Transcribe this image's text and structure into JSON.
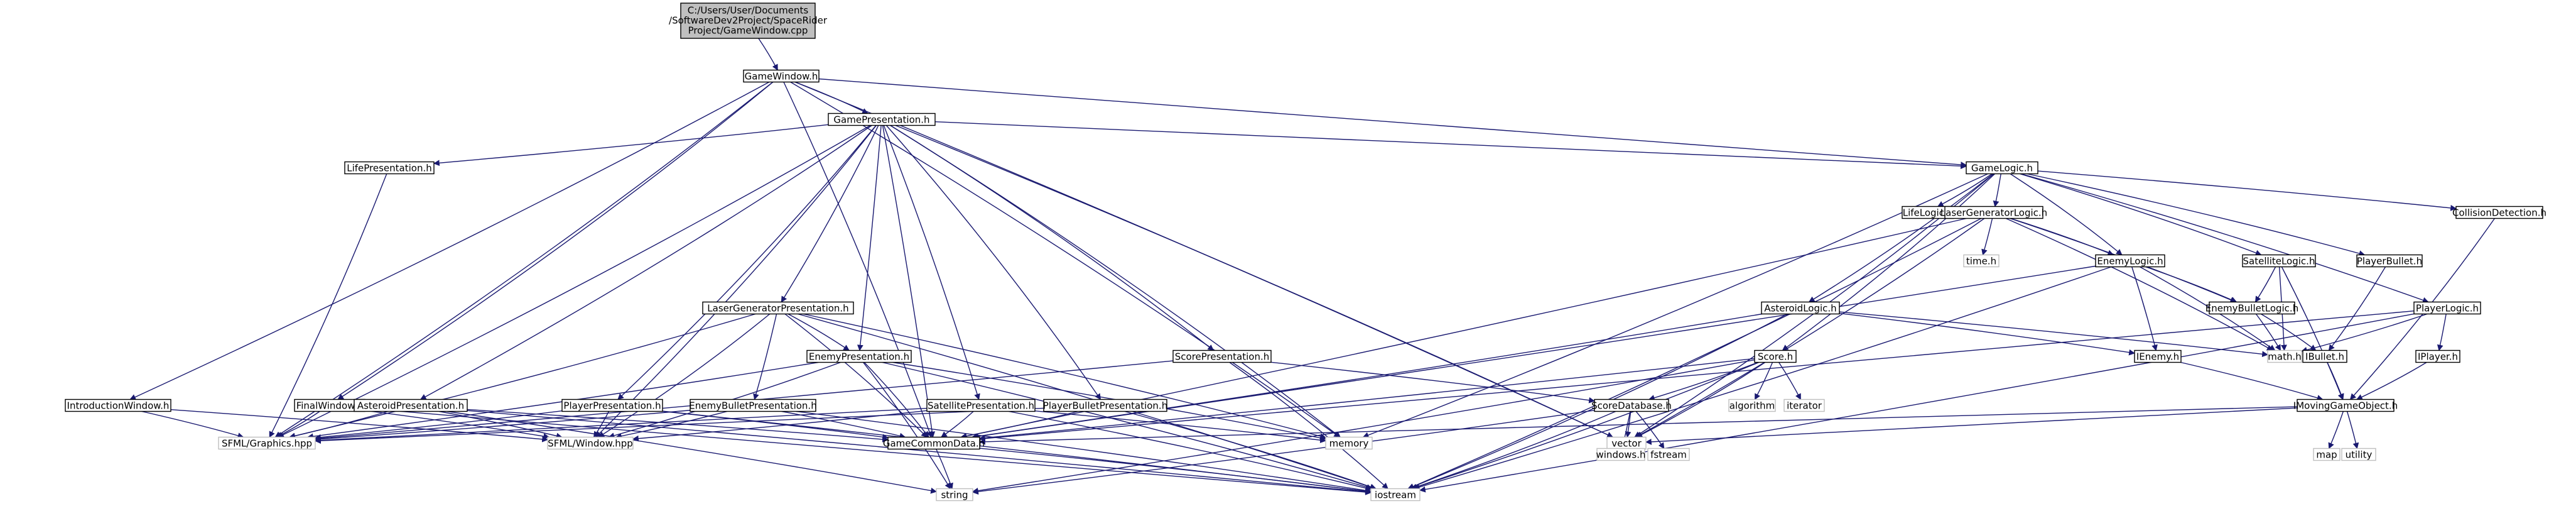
{
  "diagram": {
    "root_path_lines": [
      "C:/Users/User/Documents",
      "/SoftwareDev2Project/SpaceRider",
      "Project/GameWindow.cpp"
    ],
    "nodes": [
      {
        "id": "gamewindow_cpp",
        "label": "C:/Users/User/Documents/SoftwareDev2Project/SpaceRider Project/GameWindow.cpp",
        "style": "root"
      },
      {
        "id": "gamewindow_h",
        "label": "GameWindow.h",
        "style": "doc"
      },
      {
        "id": "gamepresentation_h",
        "label": "GamePresentation.h",
        "style": "doc"
      },
      {
        "id": "gamelogic_h",
        "label": "GameLogic.h",
        "style": "doc"
      },
      {
        "id": "lifepresentation_h",
        "label": "LifePresentation.h",
        "style": "doc"
      },
      {
        "id": "laserpres_h",
        "label": "LaserGeneratorPresentation.h",
        "style": "doc"
      },
      {
        "id": "scorepres_h",
        "label": "ScorePresentation.h",
        "style": "doc"
      },
      {
        "id": "enemypres_h",
        "label": "EnemyPresentation.h",
        "style": "doc"
      },
      {
        "id": "intro_h",
        "label": "IntroductionWindow.h",
        "style": "doc"
      },
      {
        "id": "final_h",
        "label": "FinalWindow.h",
        "style": "doc"
      },
      {
        "id": "asteroidpres_h",
        "label": "AsteroidPresentation.h",
        "style": "doc"
      },
      {
        "id": "playerpres_h",
        "label": "PlayerPresentation.h",
        "style": "doc"
      },
      {
        "id": "enemybulletpres_h",
        "label": "EnemyBulletPresentation.h",
        "style": "doc"
      },
      {
        "id": "satpres_h",
        "label": "SatellitePresentation.h",
        "style": "doc"
      },
      {
        "id": "playerbulletpres_h",
        "label": "PlayerBulletPresentation.h",
        "style": "doc"
      },
      {
        "id": "sfml_graphics",
        "label": "SFML/Graphics.hpp",
        "style": "ext"
      },
      {
        "id": "sfml_window",
        "label": "SFML/Window.hpp",
        "style": "ext"
      },
      {
        "id": "gamecommondata_h",
        "label": "GameCommonData.h",
        "style": "doc"
      },
      {
        "id": "memory",
        "label": "memory",
        "style": "ext"
      },
      {
        "id": "string",
        "label": "string",
        "style": "ext"
      },
      {
        "id": "iostream",
        "label": "iostream",
        "style": "ext"
      },
      {
        "id": "vector",
        "label": "vector",
        "style": "ext"
      },
      {
        "id": "lifelogic_h",
        "label": "LifeLogic.h",
        "style": "doc"
      },
      {
        "id": "lasergenlogic_h",
        "label": "LaserGeneratorLogic.h",
        "style": "doc"
      },
      {
        "id": "time_h",
        "label": "time.h",
        "style": "ext"
      },
      {
        "id": "enemylogic_h",
        "label": "EnemyLogic.h",
        "style": "doc"
      },
      {
        "id": "satlogic_h",
        "label": "SatelliteLogic.h",
        "style": "doc"
      },
      {
        "id": "playerbullet_h",
        "label": "PlayerBullet.h",
        "style": "doc"
      },
      {
        "id": "collision_h",
        "label": "CollisionDetection.h",
        "style": "doc"
      },
      {
        "id": "asteroidlogic_h",
        "label": "AsteroidLogic.h",
        "style": "doc"
      },
      {
        "id": "enemybulletlogic_h",
        "label": "EnemyBulletLogic.h",
        "style": "doc"
      },
      {
        "id": "playerlogic_h",
        "label": "PlayerLogic.h",
        "style": "doc"
      },
      {
        "id": "ienemy_h",
        "label": "IEnemy.h",
        "style": "doc"
      },
      {
        "id": "math_h",
        "label": "math.h",
        "style": "ext"
      },
      {
        "id": "ibullet_h",
        "label": "IBullet.h",
        "style": "doc"
      },
      {
        "id": "iplayer_h",
        "label": "IPlayer.h",
        "style": "doc"
      },
      {
        "id": "imovinggameobject_h",
        "label": "IMovingGameObject.h",
        "style": "doc"
      },
      {
        "id": "score_h",
        "label": "Score.h",
        "style": "doc"
      },
      {
        "id": "algorithm",
        "label": "algorithm",
        "style": "ext"
      },
      {
        "id": "iterator",
        "label": "iterator",
        "style": "ext"
      },
      {
        "id": "scoredatabase_h",
        "label": "ScoreDatabase.h",
        "style": "doc"
      },
      {
        "id": "windows_h",
        "label": "windows.h",
        "style": "ext"
      },
      {
        "id": "fstream",
        "label": "fstream",
        "style": "ext"
      },
      {
        "id": "map",
        "label": "map",
        "style": "ext"
      },
      {
        "id": "utility",
        "label": "utility",
        "style": "ext"
      }
    ],
    "edges": [
      [
        "gamewindow_cpp",
        "gamewindow_h"
      ],
      [
        "gamewindow_h",
        "gamepresentation_h"
      ],
      [
        "gamewindow_h",
        "gamelogic_h"
      ],
      [
        "gamewindow_h",
        "intro_h"
      ],
      [
        "gamewindow_h",
        "final_h"
      ],
      [
        "gamewindow_h",
        "sfml_graphics"
      ],
      [
        "gamewindow_h",
        "gamecommondata_h"
      ],
      [
        "gamewindow_h",
        "memory"
      ],
      [
        "gamewindow_h",
        "vector"
      ],
      [
        "gamepresentation_h",
        "lifepresentation_h"
      ],
      [
        "gamepresentation_h",
        "laserpres_h"
      ],
      [
        "gamepresentation_h",
        "scorepres_h"
      ],
      [
        "gamepresentation_h",
        "enemypres_h"
      ],
      [
        "gamepresentation_h",
        "asteroidpres_h"
      ],
      [
        "gamepresentation_h",
        "playerpres_h"
      ],
      [
        "gamepresentation_h",
        "satpres_h"
      ],
      [
        "gamepresentation_h",
        "playerbulletpres_h"
      ],
      [
        "gamepresentation_h",
        "gamelogic_h"
      ],
      [
        "gamepresentation_h",
        "sfml_graphics"
      ],
      [
        "gamepresentation_h",
        "sfml_window"
      ],
      [
        "gamepresentation_h",
        "gamecommondata_h"
      ],
      [
        "gamepresentation_h",
        "memory"
      ],
      [
        "gamepresentation_h",
        "vector"
      ],
      [
        "lifepresentation_h",
        "sfml_graphics"
      ],
      [
        "laserpres_h",
        "enemypres_h"
      ],
      [
        "laserpres_h",
        "enemybulletpres_h"
      ],
      [
        "laserpres_h",
        "sfml_graphics"
      ],
      [
        "laserpres_h",
        "sfml_window"
      ],
      [
        "laserpres_h",
        "gamecommondata_h"
      ],
      [
        "laserpres_h",
        "memory"
      ],
      [
        "laserpres_h",
        "iostream"
      ],
      [
        "scorepres_h",
        "sfml_graphics"
      ],
      [
        "scorepres_h",
        "scoredatabase_h"
      ],
      [
        "scorepres_h",
        "iostream"
      ],
      [
        "enemypres_h",
        "sfml_graphics"
      ],
      [
        "enemypres_h",
        "sfml_window"
      ],
      [
        "enemypres_h",
        "gamecommondata_h"
      ],
      [
        "enemypres_h",
        "memory"
      ],
      [
        "enemypres_h",
        "iostream"
      ],
      [
        "enemypres_h",
        "string"
      ],
      [
        "intro_h",
        "sfml_graphics"
      ],
      [
        "intro_h",
        "sfml_window"
      ],
      [
        "final_h",
        "sfml_graphics"
      ],
      [
        "final_h",
        "sfml_window"
      ],
      [
        "final_h",
        "iostream"
      ],
      [
        "asteroidpres_h",
        "sfml_graphics"
      ],
      [
        "asteroidpres_h",
        "sfml_window"
      ],
      [
        "asteroidpres_h",
        "gamecommondata_h"
      ],
      [
        "asteroidpres_h",
        "string"
      ],
      [
        "asteroidpres_h",
        "iostream"
      ],
      [
        "playerpres_h",
        "sfml_graphics"
      ],
      [
        "playerpres_h",
        "sfml_window"
      ],
      [
        "playerpres_h",
        "gamecommondata_h"
      ],
      [
        "playerpres_h",
        "iostream"
      ],
      [
        "enemybulletpres_h",
        "sfml_graphics"
      ],
      [
        "enemybulletpres_h",
        "sfml_window"
      ],
      [
        "enemybulletpres_h",
        "gamecommondata_h"
      ],
      [
        "enemybulletpres_h",
        "iostream"
      ],
      [
        "satpres_h",
        "sfml_graphics"
      ],
      [
        "satpres_h",
        "sfml_window"
      ],
      [
        "satpres_h",
        "gamecommondata_h"
      ],
      [
        "satpres_h",
        "memory"
      ],
      [
        "satpres_h",
        "iostream"
      ],
      [
        "playerbulletpres_h",
        "sfml_graphics"
      ],
      [
        "playerbulletpres_h",
        "gamecommondata_h"
      ],
      [
        "playerbulletpres_h",
        "iostream"
      ],
      [
        "gamecommondata_h",
        "string"
      ],
      [
        "gamecommondata_h",
        "iostream"
      ],
      [
        "gamelogic_h",
        "lifelogic_h"
      ],
      [
        "gamelogic_h",
        "lasergenlogic_h"
      ],
      [
        "gamelogic_h",
        "enemylogic_h"
      ],
      [
        "gamelogic_h",
        "satlogic_h"
      ],
      [
        "gamelogic_h",
        "playerbullet_h"
      ],
      [
        "gamelogic_h",
        "collision_h"
      ],
      [
        "gamelogic_h",
        "asteroidlogic_h"
      ],
      [
        "gamelogic_h",
        "playerlogic_h"
      ],
      [
        "gamelogic_h",
        "score_h"
      ],
      [
        "gamelogic_h",
        "memory"
      ],
      [
        "gamelogic_h",
        "vector"
      ],
      [
        "lasergenlogic_h",
        "time_h"
      ],
      [
        "lasergenlogic_h",
        "enemylogic_h"
      ],
      [
        "lasergenlogic_h",
        "enemybulletlogic_h"
      ],
      [
        "lasergenlogic_h",
        "math_h"
      ],
      [
        "lasergenlogic_h",
        "gamecommondata_h"
      ],
      [
        "lasergenlogic_h",
        "vector"
      ],
      [
        "lasergenlogic_h",
        "iostream"
      ],
      [
        "enemylogic_h",
        "enemybulletlogic_h"
      ],
      [
        "enemylogic_h",
        "ienemy_h"
      ],
      [
        "enemylogic_h",
        "math_h"
      ],
      [
        "enemylogic_h",
        "gamecommondata_h"
      ],
      [
        "enemylogic_h",
        "iostream"
      ],
      [
        "satlogic_h",
        "enemybulletlogic_h"
      ],
      [
        "satlogic_h",
        "math_h"
      ],
      [
        "satlogic_h",
        "imovinggameobject_h"
      ],
      [
        "playerbullet_h",
        "ibullet_h"
      ],
      [
        "collision_h",
        "imovinggameobject_h"
      ],
      [
        "asteroidlogic_h",
        "ienemy_h"
      ],
      [
        "asteroidlogic_h",
        "math_h"
      ],
      [
        "asteroidlogic_h",
        "gamecommondata_h"
      ],
      [
        "asteroidlogic_h",
        "iostream"
      ],
      [
        "enemybulletlogic_h",
        "ibullet_h"
      ],
      [
        "enemybulletlogic_h",
        "math_h"
      ],
      [
        "playerlogic_h",
        "iplayer_h"
      ],
      [
        "playerlogic_h",
        "math_h"
      ],
      [
        "playerlogic_h",
        "gamecommondata_h"
      ],
      [
        "playerlogic_h",
        "iostream"
      ],
      [
        "ienemy_h",
        "imovinggameobject_h"
      ],
      [
        "ibullet_h",
        "imovinggameobject_h"
      ],
      [
        "iplayer_h",
        "imovinggameobject_h"
      ],
      [
        "imovinggameobject_h",
        "gamecommondata_h"
      ],
      [
        "imovinggameobject_h",
        "vector"
      ],
      [
        "imovinggameobject_h",
        "map"
      ],
      [
        "imovinggameobject_h",
        "utility"
      ],
      [
        "score_h",
        "scoredatabase_h"
      ],
      [
        "score_h",
        "algorithm"
      ],
      [
        "score_h",
        "iterator"
      ],
      [
        "score_h",
        "vector"
      ],
      [
        "score_h",
        "gamecommondata_h"
      ],
      [
        "score_h",
        "string"
      ],
      [
        "score_h",
        "iostream"
      ],
      [
        "scoredatabase_h",
        "windows_h"
      ],
      [
        "scoredatabase_h",
        "fstream"
      ],
      [
        "scoredatabase_h",
        "string"
      ],
      [
        "scoredatabase_h",
        "iostream"
      ],
      [
        "scoredatabase_h",
        "vector"
      ]
    ]
  },
  "colors": {
    "root_fill": "#bfbfbf",
    "doc_fill": "#ffffff",
    "doc_stroke": "#000000",
    "ext_stroke": "#bfbfbf",
    "text": "#000000",
    "edge": "#191970"
  }
}
